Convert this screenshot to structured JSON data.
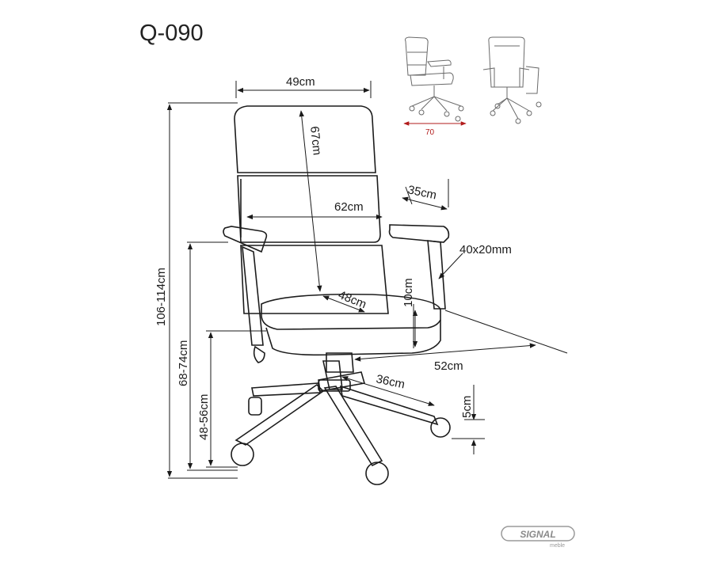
{
  "title": "Q-090",
  "thumbnail": {
    "depth_label": "70",
    "accent_color": "#b21b1b"
  },
  "dimensions": {
    "back_width": "49cm",
    "back_height": "67cm",
    "armrest_span": "62cm",
    "armrest_length": "35cm",
    "armrest_profile": "40x20mm",
    "armrest_above_seat": "10cm",
    "seat_depth": "48cm",
    "seat_width": "52cm",
    "base_radius": "36cm",
    "caster_height": "5cm",
    "total_height": "106-114cm",
    "armrest_height": "68-74cm",
    "seat_height": "48-56cm"
  },
  "logo": {
    "brand": "SIGNAL",
    "sub": "meble"
  }
}
